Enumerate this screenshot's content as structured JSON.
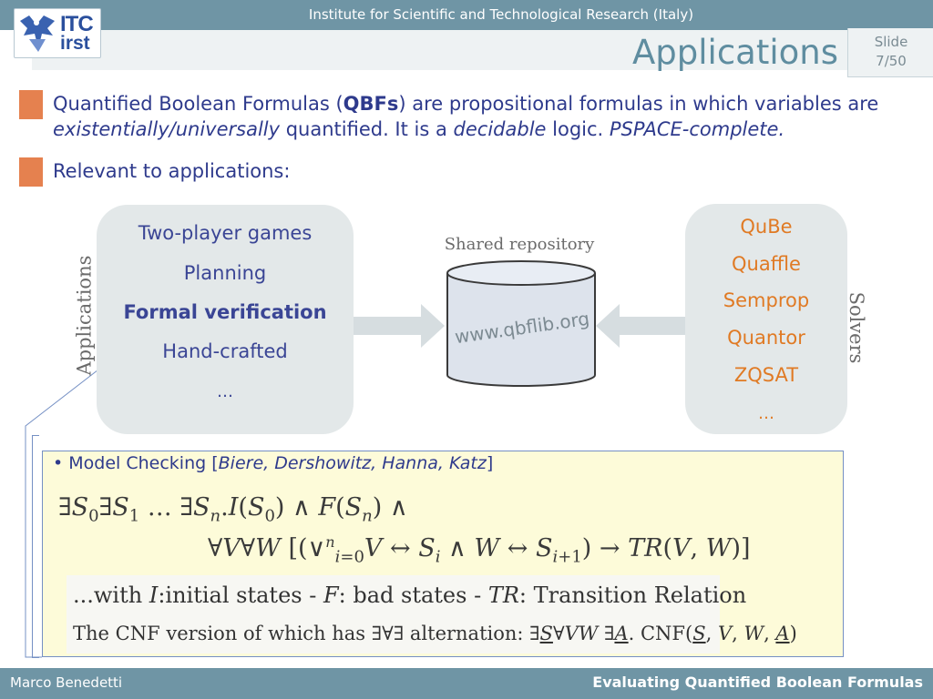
{
  "header": {
    "institute": "Institute for Scientific and Technological Research (Italy)",
    "logo_line1": "ITC",
    "logo_line2": "irst",
    "title": "Applications",
    "slide_label": "Slide",
    "slide_number": "7/50"
  },
  "bullets": [
    {
      "seg1": "Quantified Boolean Formulas (",
      "seg2": "QBFs",
      "seg3": ") are propositional formulas in which variables are",
      "seg4": "existentially/universally",
      "seg5": " quantified. It is a ",
      "seg6": "decidable",
      "seg7": " logic. ",
      "seg8": "PSPACE-complete."
    },
    {
      "text": "Relevant to applications:"
    }
  ],
  "diagram": {
    "applications_label": "Applications",
    "applications": [
      "Two-player games",
      "Planning",
      "Formal verification",
      "Hand-crafted",
      "…"
    ],
    "repository_label": "Shared repository",
    "repository_url": "www.qbflib.org",
    "solvers_label": "Solvers",
    "solvers": [
      "QuBe",
      "Quaffle",
      "Semprop",
      "Quantor",
      "ZQSAT",
      "…"
    ]
  },
  "model_checking": {
    "bullet": "•",
    "title_prefix": " Model Checking [",
    "authors": "Biere, Dershowitz, Hanna, Katz",
    "title_suffix": "]"
  },
  "colors": {
    "bar": "#6f95a5",
    "bullet_square": "#e5814f",
    "text_blue": "#2e3a8c",
    "solver_orange": "#e07a24",
    "panel_gray": "#e3e8e9",
    "note_yellow": "#fdfbd9"
  },
  "footer": {
    "author": "Marco Benedetti",
    "talk_title": "Evaluating Quantified Boolean Formulas"
  }
}
